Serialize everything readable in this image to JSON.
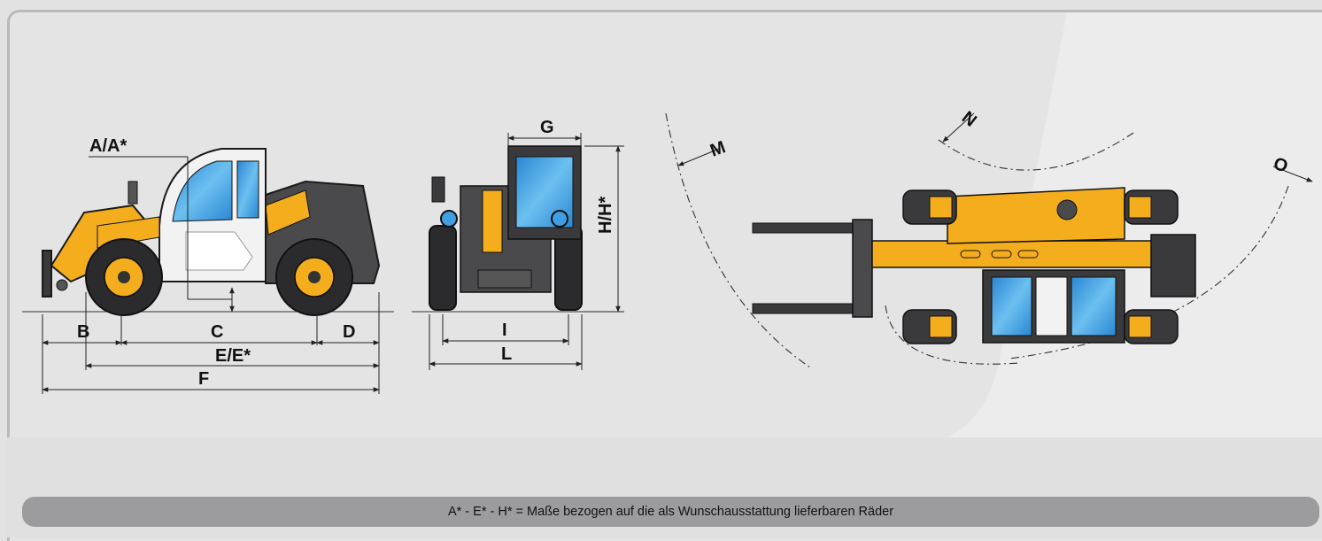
{
  "labels": {
    "a": "A/A*",
    "b": "B",
    "c": "C",
    "d": "D",
    "e": "E/E*",
    "f": "F",
    "g": "G",
    "h": "H/H*",
    "i": "I",
    "l": "L",
    "m": "M",
    "n": "N",
    "o": "O"
  },
  "footnote": "A* - E* - H* = Maße bezogen auf die als Wunschausstattung lieferbaren Räder",
  "colors": {
    "machine_yellow": "#f4ad1d",
    "glass_blue": "#3f9fe0",
    "body_dark": "#4a4a4c",
    "tyre_black": "#2b2b2d",
    "panel_light": "#f2f2f3",
    "background": "#e4e4e5",
    "footnote_bar": "#9c9c9e"
  },
  "icons": {
    "side_view": "telehandler-side-view-icon",
    "front_view": "telehandler-front-view-icon",
    "top_view": "telehandler-top-view-icon"
  }
}
